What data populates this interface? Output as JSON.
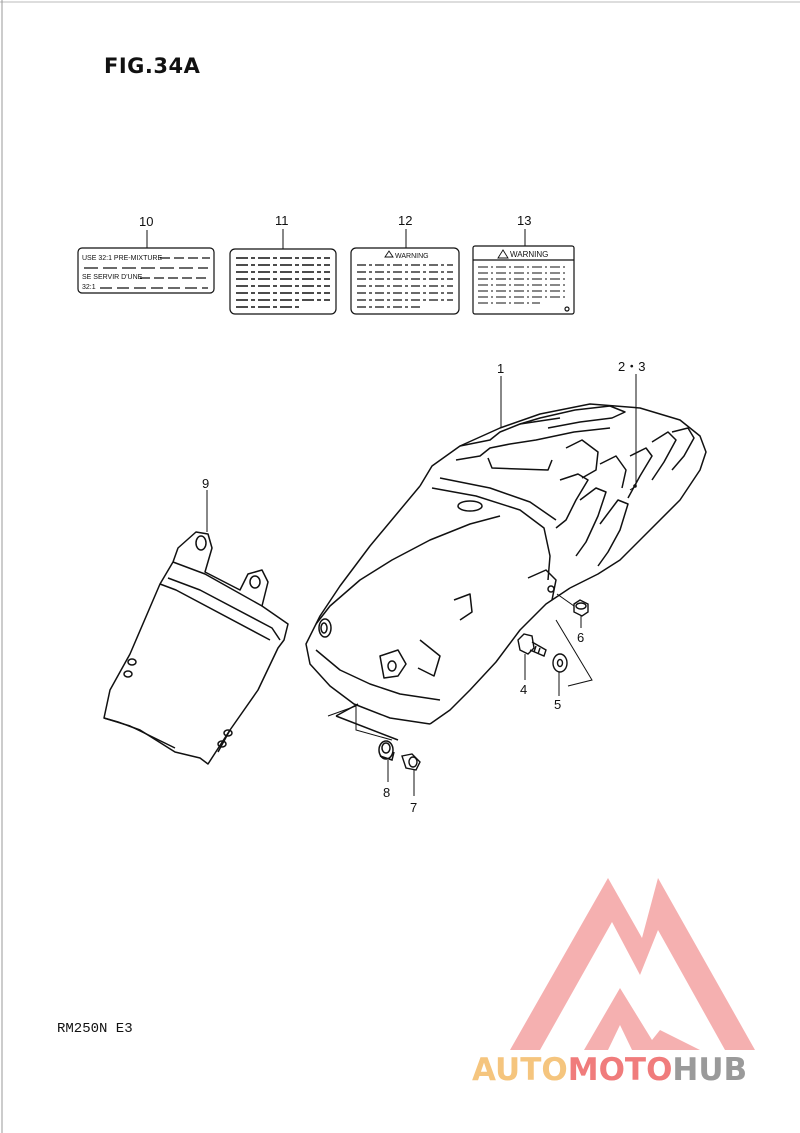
{
  "figure": {
    "title": "FIG.34A"
  },
  "model": {
    "code": "RM250N E3"
  },
  "callouts": [
    "1",
    "2・3",
    "4",
    "5",
    "6",
    "7",
    "8",
    "9",
    "10",
    "11",
    "12",
    "13"
  ],
  "labels": {
    "label10": {
      "line1": "USE 32:1 PRE-MIXTURE",
      "line2": "SE SERVIR D'UNE",
      "line3": "32:1"
    },
    "label12": {
      "title": "WARNING"
    },
    "label13": {
      "title": "WARNING"
    }
  },
  "watermark": {
    "part1": "AUTO",
    "part2": "MOTO",
    "part3": "HUB",
    "colors": {
      "a": "#f5c57e",
      "b": "#f07c7c",
      "c": "#9a9a9a"
    }
  }
}
